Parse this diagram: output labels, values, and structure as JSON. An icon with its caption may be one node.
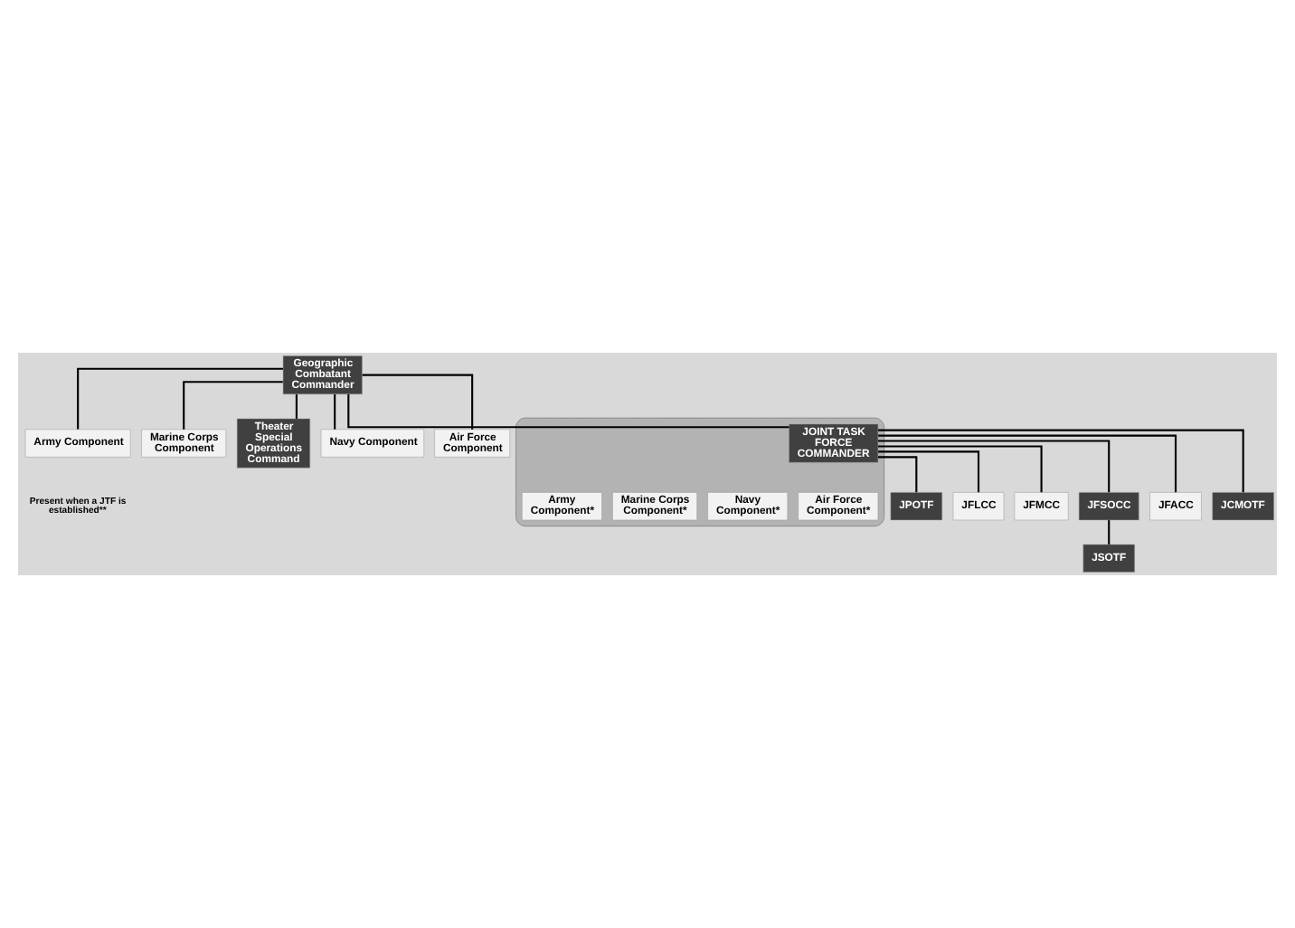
{
  "diagram": {
    "nodes": [
      {
        "text": [
          "Geographic Combatant Commander"
        ]
      },
      {
        "text": [
          "Army Component"
        ]
      },
      {
        "text": [
          "Marine Corps Component"
        ]
      },
      {
        "text": [
          "Theater Special Operations Command"
        ]
      },
      {
        "text": [
          "Navy Component"
        ]
      },
      {
        "text": [
          "Air Force Component"
        ]
      },
      {
        "text": [],
        "shape": "ellipse"
      },
      {
        "text": [
          "JOINT TASK FORCE COMMANDER"
        ],
        "in": 6
      },
      {
        "text": [
          "Army Component*"
        ],
        "in": 6
      },
      {
        "text": [
          "Marine Corps Component*"
        ],
        "in": 6
      },
      {
        "text": [
          "Navy Component*"
        ],
        "in": 6
      },
      {
        "text": [
          "Air Force Component*"
        ],
        "in": 6
      },
      {
        "text": [
          "JPOTF"
        ]
      },
      {
        "text": [
          "JFLCC"
        ]
      },
      {
        "text": [
          "JFMCC"
        ]
      },
      {
        "text": [
          "JFSOCC"
        ]
      },
      {
        "text": [
          "JFACC"
        ]
      },
      {
        "text": [
          "JCMOTF"
        ]
      },
      {
        "text": [
          "JSOTF"
        ]
      }
    ],
    "edges": [
      {
        "from": 0,
        "to": 1,
        "arrow": "none"
      },
      {
        "from": 0,
        "to": 2,
        "arrow": "none"
      },
      {
        "from": 0,
        "to": 3,
        "arrow": "none"
      },
      {
        "from": 0,
        "to": 4,
        "arrow": "none"
      },
      {
        "from": 0,
        "to": 5,
        "arrow": "none"
      },
      {
        "from": 0,
        "to": 7,
        "arrow": "none"
      },
      {
        "from": 7,
        "to": 12,
        "arrow": "none"
      },
      {
        "from": 7,
        "to": 13,
        "arrow": "none"
      },
      {
        "from": 7,
        "to": 14,
        "arrow": "none"
      },
      {
        "from": 7,
        "to": 15,
        "arrow": "none"
      },
      {
        "from": 7,
        "to": 16,
        "arrow": "none"
      },
      {
        "from": 7,
        "to": 17,
        "arrow": "none"
      },
      {
        "from": 15,
        "to": 18,
        "arrow": "none"
      }
    ],
    "labels": [
      "Present when a JTF is established**"
    ]
  }
}
